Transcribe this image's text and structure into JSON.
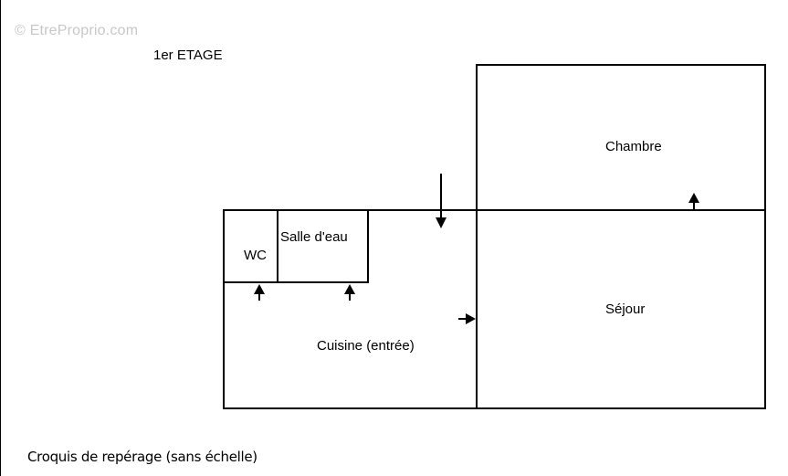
{
  "watermark": "© EtreProprio.com",
  "floor_title": "1er ETAGE",
  "rooms": {
    "wc": "WC",
    "salle_d_eau": "Salle d'eau",
    "cuisine": "Cuisine (entrée)",
    "chambre": "Chambre",
    "sejour": "Séjour"
  },
  "caption": "Croquis de repérage (sans échelle)"
}
